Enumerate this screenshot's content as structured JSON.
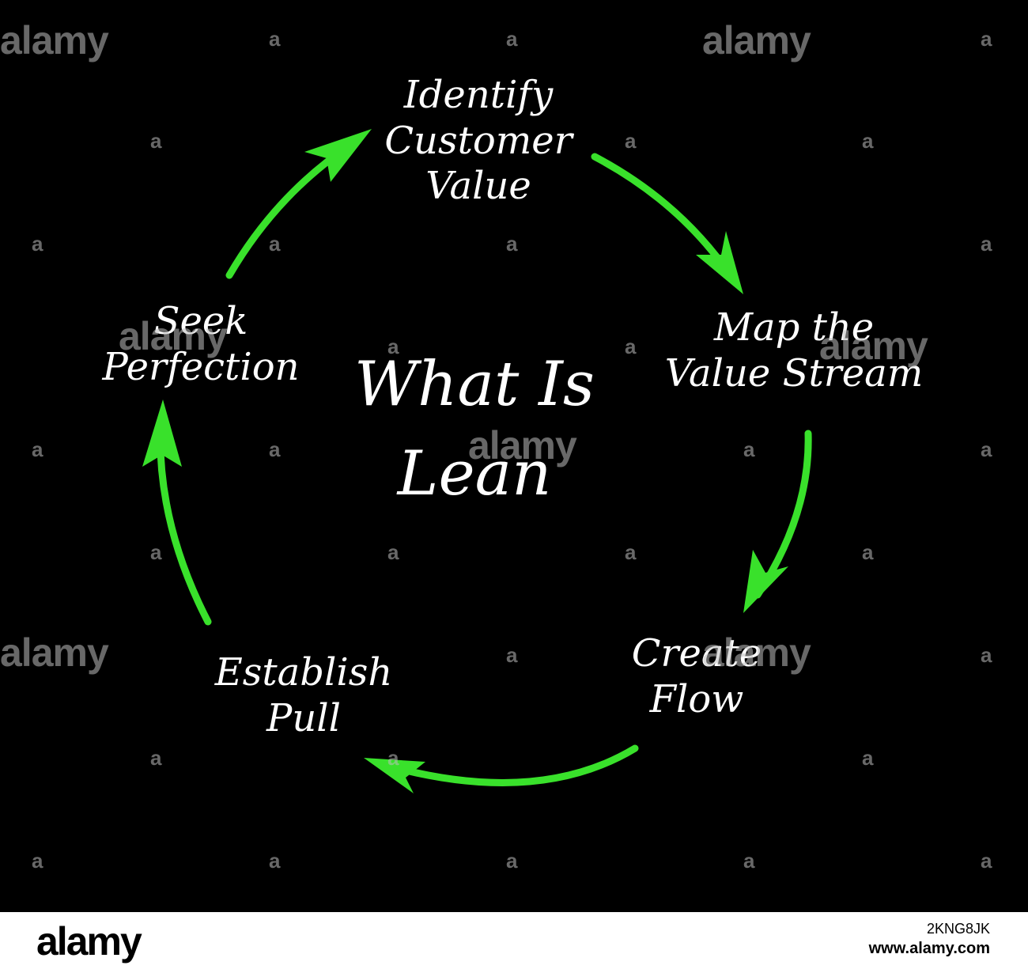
{
  "diagram": {
    "title_lines": [
      "What Is",
      "Lean"
    ],
    "steps": [
      {
        "id": "identify",
        "lines": [
          "Identify",
          "Customer",
          "Value"
        ]
      },
      {
        "id": "map",
        "lines": [
          "Map the",
          "Value Stream"
        ]
      },
      {
        "id": "flow",
        "lines": [
          "Create",
          "Flow"
        ]
      },
      {
        "id": "pull",
        "lines": [
          "Establish",
          "Pull"
        ]
      },
      {
        "id": "perfection",
        "lines": [
          "Seek",
          "Perfection"
        ]
      }
    ],
    "arrow_color": "#39e12b",
    "background_color": "#000000",
    "text_color": "#ffffff"
  },
  "watermark": {
    "brand": "alamy",
    "mark": "a"
  },
  "footer": {
    "logo": "alamy",
    "image_id": "2KNG8JK",
    "site": "www.alamy.com"
  }
}
